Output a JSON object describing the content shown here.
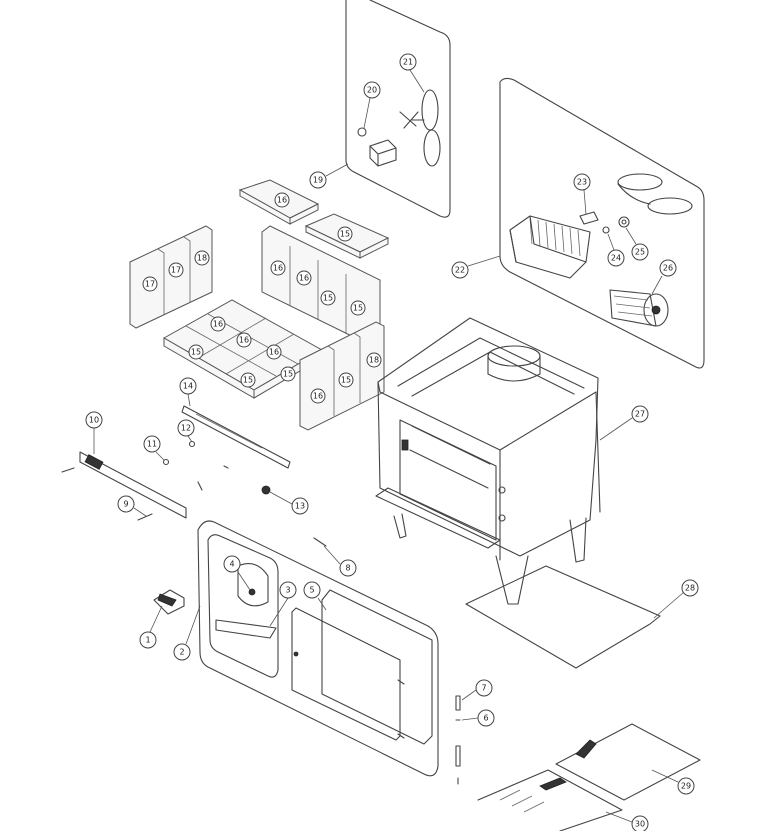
{
  "callouts": [
    "1",
    "2",
    "3",
    "4",
    "5",
    "6",
    "7",
    "8",
    "9",
    "10",
    "11",
    "12",
    "13",
    "14",
    "15",
    "16",
    "17",
    "18",
    "19",
    "20",
    "21",
    "22",
    "23",
    "24",
    "25",
    "26",
    "27",
    "28",
    "29",
    "30"
  ],
  "brick_labels": {
    "b16": "16",
    "b15": "15",
    "b17": "17",
    "b18": "18"
  }
}
